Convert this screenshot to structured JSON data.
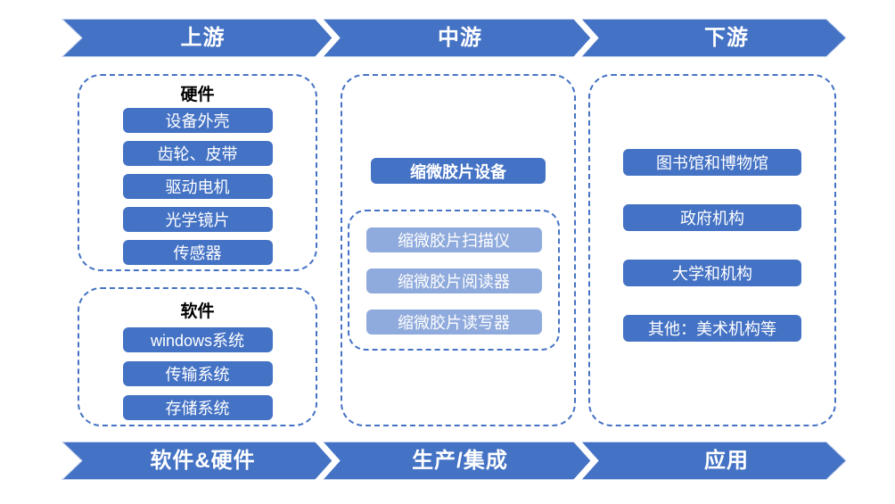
{
  "colors": {
    "primary": "#4472C4",
    "light_blue": "#8FAADC",
    "banner_edge": "#C3D1EE",
    "white_text": "#FFFFFF"
  },
  "top_banner": {
    "segments": [
      "上游",
      "中游",
      "下游"
    ]
  },
  "bottom_banner": {
    "segments": [
      "软件&硬件",
      "生产/集成",
      "应用"
    ]
  },
  "upstream": {
    "hardware": {
      "title": "硬件",
      "items": [
        "设备外壳",
        "齿轮、皮带",
        "驱动电机",
        "光学镜片",
        "传感器"
      ]
    },
    "software": {
      "title": "软件",
      "items": [
        "windows系统",
        "传输系统",
        "存储系统"
      ]
    }
  },
  "midstream": {
    "main_item": "缩微胶片设备",
    "sub_items": [
      "缩微胶片扫描仪",
      "缩微胶片阅读器",
      "缩微胶片读写器"
    ]
  },
  "downstream": {
    "items": [
      "图书馆和博物馆",
      "政府机构",
      "大学和机构",
      "其他：美术机构等"
    ]
  }
}
